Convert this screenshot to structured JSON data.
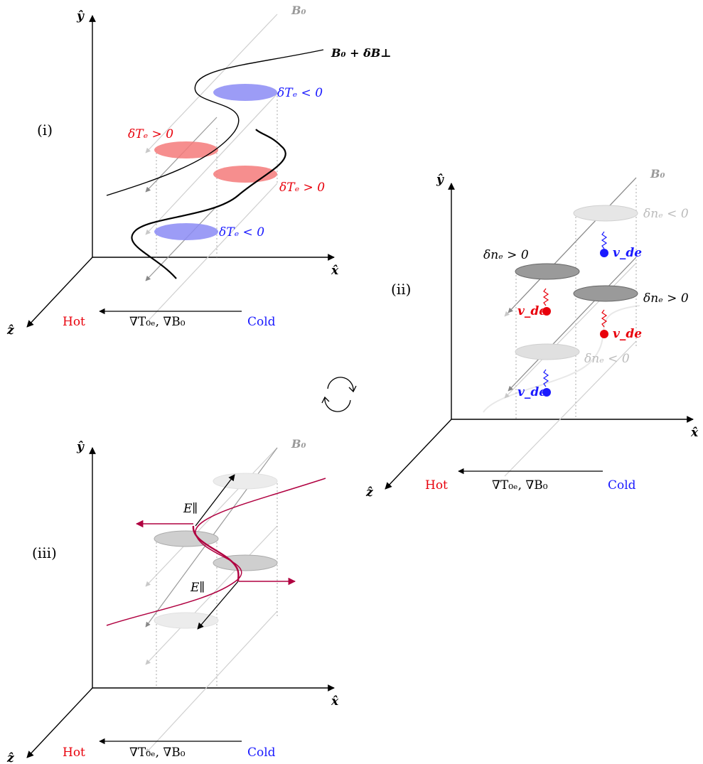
{
  "labels": {
    "axis_x": "x̂",
    "axis_y": "ŷ",
    "axis_z": "ẑ",
    "b0": "B₀",
    "b0_plus_dbperp": "B₀ + δB⊥",
    "gradient": "∇T₀ₑ, ∇B₀",
    "hot": "Hot",
    "cold": "Cold"
  },
  "panel_i": {
    "roman": "(i)",
    "dTe_neg": "δTₑ < 0",
    "dTe_pos": "δTₑ > 0"
  },
  "panel_ii": {
    "roman": "(ii)",
    "dne_pos": "δnₑ > 0",
    "dne_neg": "δnₑ < 0",
    "vde": "v_de"
  },
  "panel_iii": {
    "roman": "(iii)",
    "epar": "E∥"
  },
  "colors": {
    "hot": "#e8000b",
    "cold": "#1a1aff",
    "pos_blob": "#f47a7a",
    "neg_blob": "#8b8bf5",
    "field_pert": "#b00040"
  }
}
